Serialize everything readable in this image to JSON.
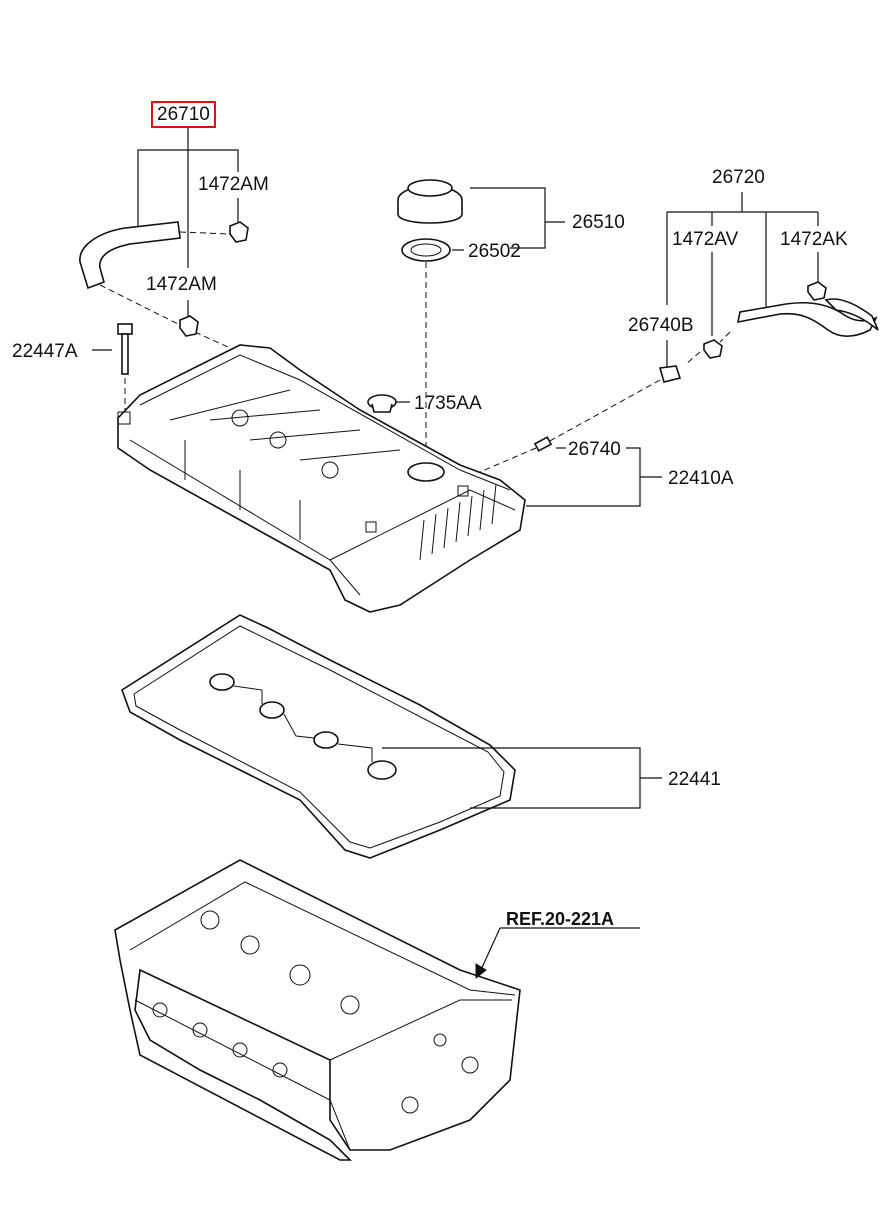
{
  "labels": {
    "p26710": "26710",
    "p1472AM_a": "1472AM",
    "p1472AM_b": "1472AM",
    "p22447A": "22447A",
    "p26720": "26720",
    "p1472AV": "1472AV",
    "p1472AK": "1472AK",
    "p26740B": "26740B",
    "p26510": "26510",
    "p26502": "26502",
    "p1735AA": "1735AA",
    "p26740": "26740",
    "p22410A": "22410A",
    "p22441": "22441",
    "ref": "REF.20-221A"
  },
  "colors": {
    "highlight": "#e01010",
    "ink": "#111111"
  }
}
